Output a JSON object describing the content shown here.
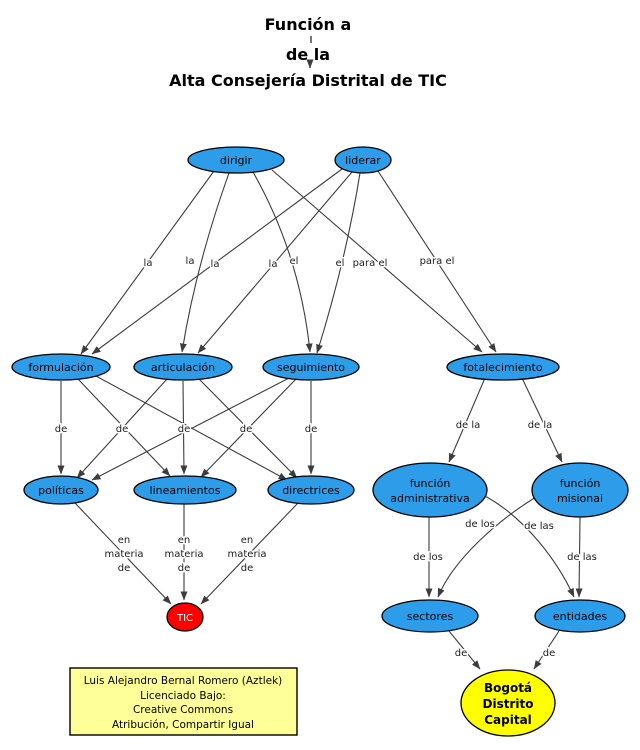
{
  "title": {
    "line1": "Función a",
    "line2": "de la",
    "line3": "Alta Consejería Distrital de TIC"
  },
  "colors": {
    "node_fill": "#2D9DE9",
    "node_stroke": "#000000",
    "tic_fill": "#FF0000",
    "bogota_fill": "#FFFF00",
    "bogota_stroke": "#FF0000",
    "license_fill": "#FFFF99",
    "edge": "#3d3d3d"
  },
  "nodes": {
    "dirigir": {
      "label": "dirigir"
    },
    "liderar": {
      "label": "liderar"
    },
    "formulacion": {
      "label": "formulación"
    },
    "articulacion": {
      "label": "articulación"
    },
    "seguimiento": {
      "label": "seguimiento"
    },
    "fotalecimiento": {
      "label": "fotalecimiento"
    },
    "politicas": {
      "label": "políticas"
    },
    "lineamientos": {
      "label": "lineamientos"
    },
    "directrices": {
      "label": "directrices"
    },
    "funcion_administrativa": {
      "line1": "función",
      "line2": "administrativa"
    },
    "funcion_misional": {
      "line1": "función",
      "line2": "misional"
    },
    "sectores": {
      "label": "sectores"
    },
    "entidades": {
      "label": "entidades"
    },
    "tic": {
      "label": "TIC"
    },
    "bogota": {
      "line1": "Bogotá",
      "line2": "Distrito",
      "line3": "Capital"
    }
  },
  "edge_labels": {
    "la": "la",
    "el": "el",
    "para_el": "para el",
    "de": "de",
    "de_la": "de la",
    "de_los": "de los",
    "de_las": "de las",
    "en_materia": {
      "line1": "en",
      "line2": "materia",
      "line3": "de"
    }
  },
  "license": {
    "line1": "Luis Alejandro Bernal Romero (Aztlek)",
    "line2": "Licenciado Bajo:",
    "line3": "Creative Commons",
    "line4": "Atribución, Compartir Igual"
  }
}
